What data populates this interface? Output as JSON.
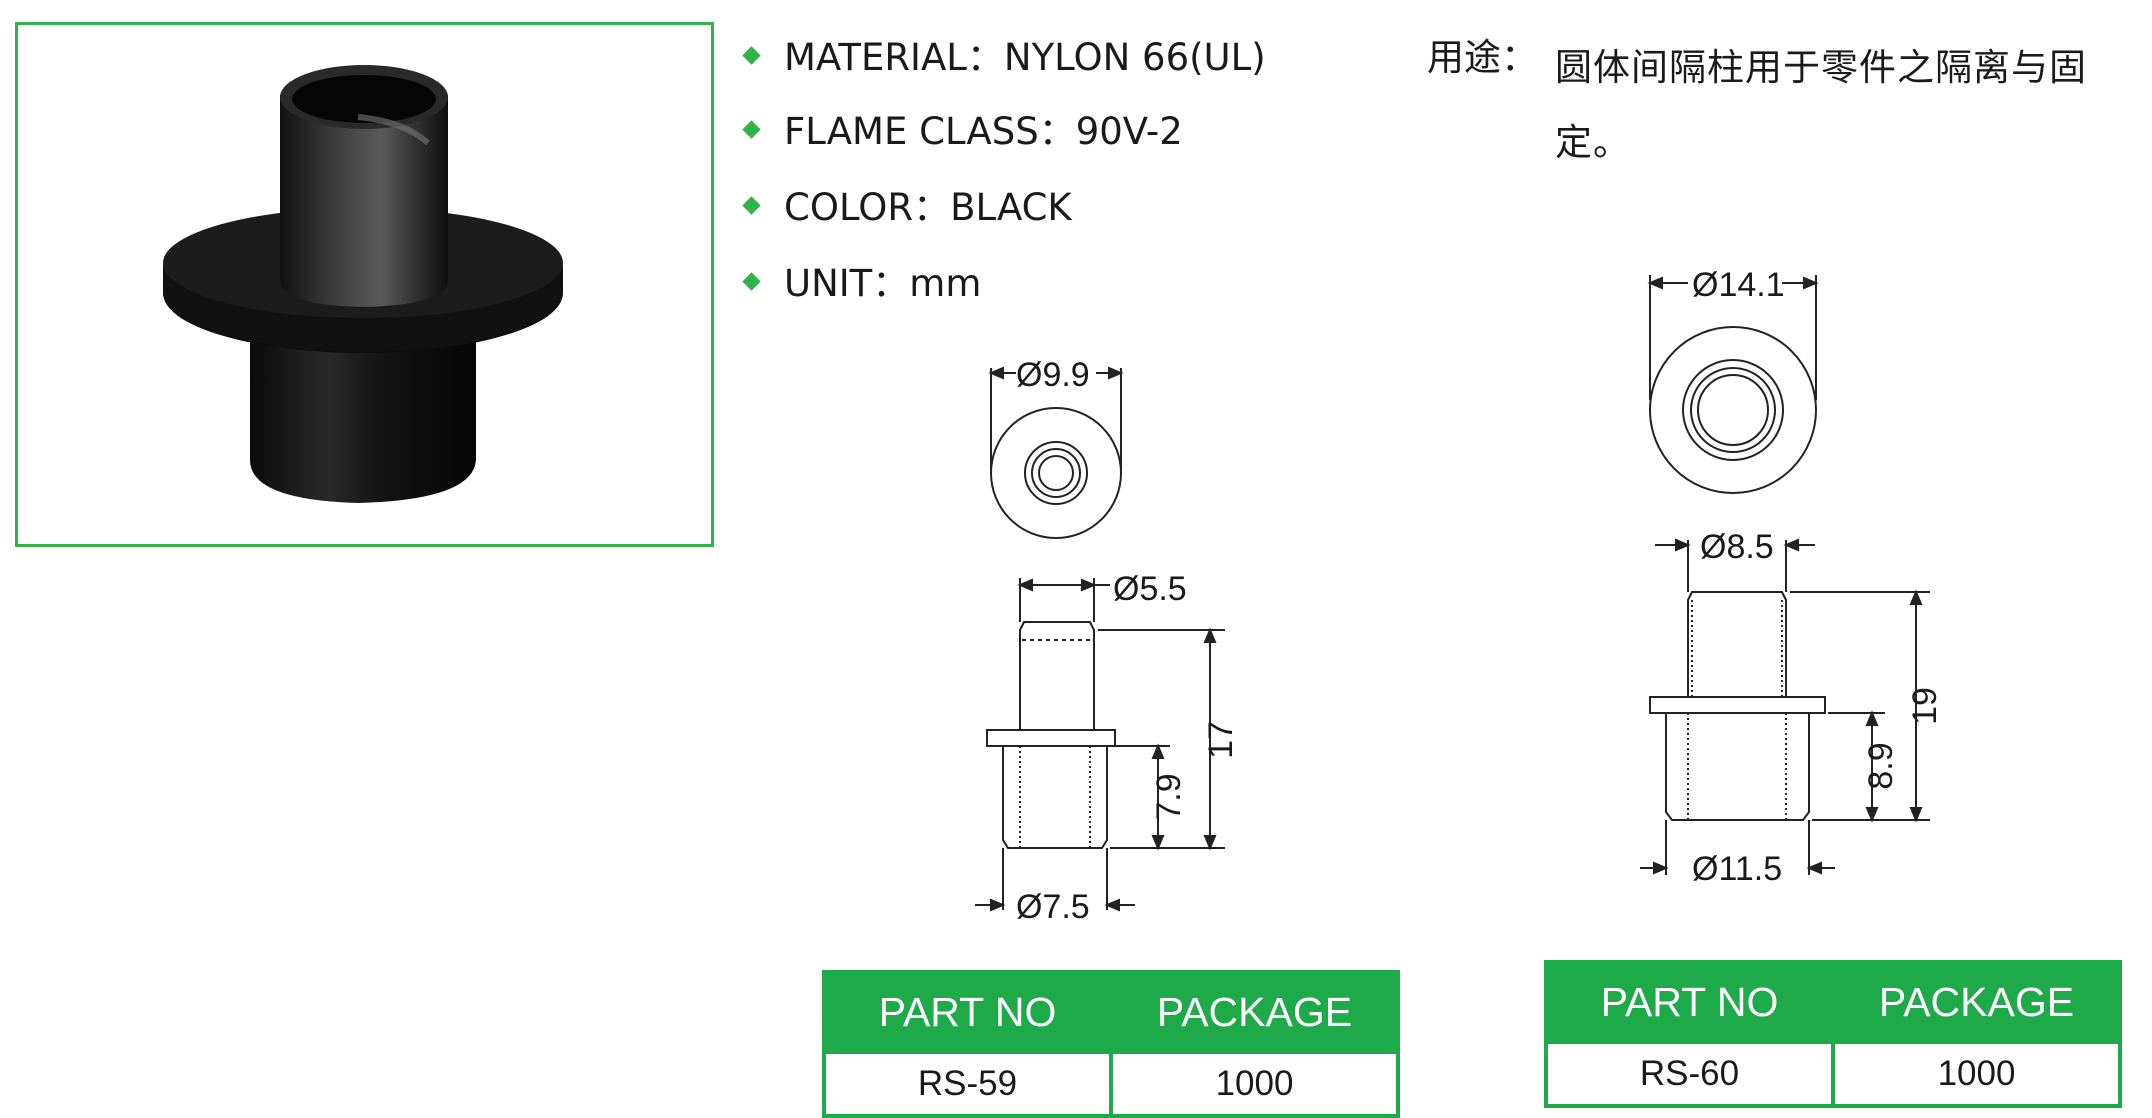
{
  "specs": [
    {
      "label": "MATERIAL：",
      "value": "NYLON 66(UL)"
    },
    {
      "label": "FLAME CLASS：",
      "value": "90V-2"
    },
    {
      "label": "COLOR：",
      "value": "BLACK"
    },
    {
      "label": "UNIT：",
      "value": "mm"
    }
  ],
  "usage": {
    "label": "用途：",
    "text": "圆体间隔柱用于零件之隔离与固定。"
  },
  "drawing_left": {
    "top_dia": "Ø9.9",
    "shaft_dia": "Ø5.5",
    "height": "17",
    "lower_height": "7.9",
    "base_dia": "Ø7.5"
  },
  "drawing_right": {
    "top_dia": "Ø14.1",
    "shaft_dia": "Ø8.5",
    "height": "19",
    "lower_height": "8.9",
    "base_dia": "Ø11.5"
  },
  "table_left": {
    "headers": [
      "PART NO",
      "PACKAGE"
    ],
    "row": [
      "RS-59",
      "1000"
    ]
  },
  "table_right": {
    "headers": [
      "PART NO",
      "PACKAGE"
    ],
    "row": [
      "RS-60",
      "1000"
    ]
  },
  "colors": {
    "accent": "#1faa4a",
    "frame": "#2fb34a"
  }
}
